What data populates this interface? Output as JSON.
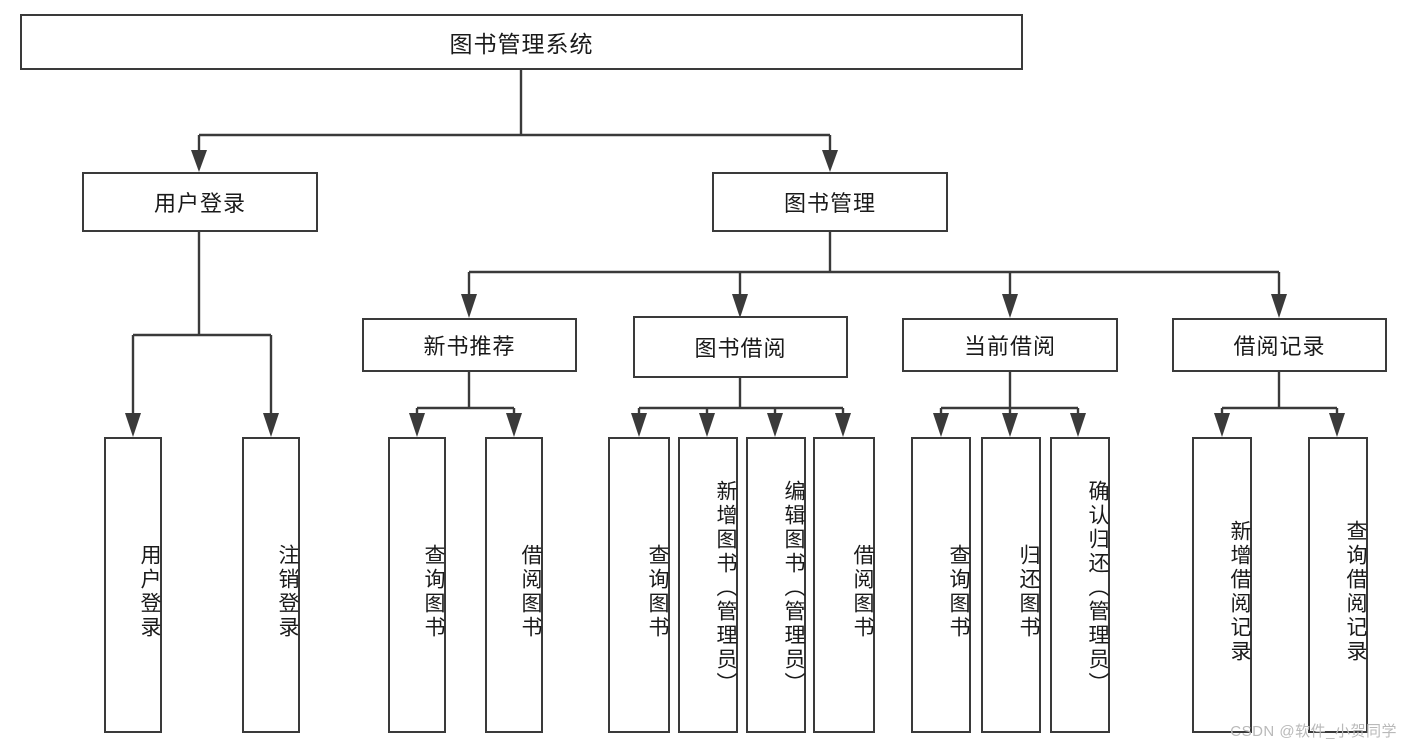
{
  "diagram": {
    "title": "图书管理系统",
    "root": {
      "label": "图书管理系统"
    },
    "level2": [
      {
        "label": "用户登录"
      },
      {
        "label": "图书管理"
      }
    ],
    "level3": [
      {
        "label": "新书推荐"
      },
      {
        "label": "图书借阅"
      },
      {
        "label": "当前借阅"
      },
      {
        "label": "借阅记录"
      }
    ],
    "leaves": {
      "user_login": [
        {
          "label": "用户登录"
        },
        {
          "label": "注销登录"
        }
      ],
      "new_book_recommend": [
        {
          "label": "查询图书"
        },
        {
          "label": "借阅图书"
        }
      ],
      "book_borrow": [
        {
          "label": "查询图书"
        },
        {
          "label": "新增图书（管理员）"
        },
        {
          "label": "编辑图书（管理员）"
        },
        {
          "label": "借阅图书"
        }
      ],
      "current_borrow": [
        {
          "label": "查询图书"
        },
        {
          "label": "归还图书"
        },
        {
          "label": "确认归还（管理员）"
        }
      ],
      "borrow_record": [
        {
          "label": "新增借阅记录"
        },
        {
          "label": "查询借阅记录"
        }
      ]
    }
  },
  "watermark": {
    "text": "CSDN @软件_小贺同学"
  },
  "colors": {
    "border": "#3a3a3a",
    "background": "#ffffff",
    "text": "#1a1a1a",
    "watermark": "#b9b9b9"
  }
}
